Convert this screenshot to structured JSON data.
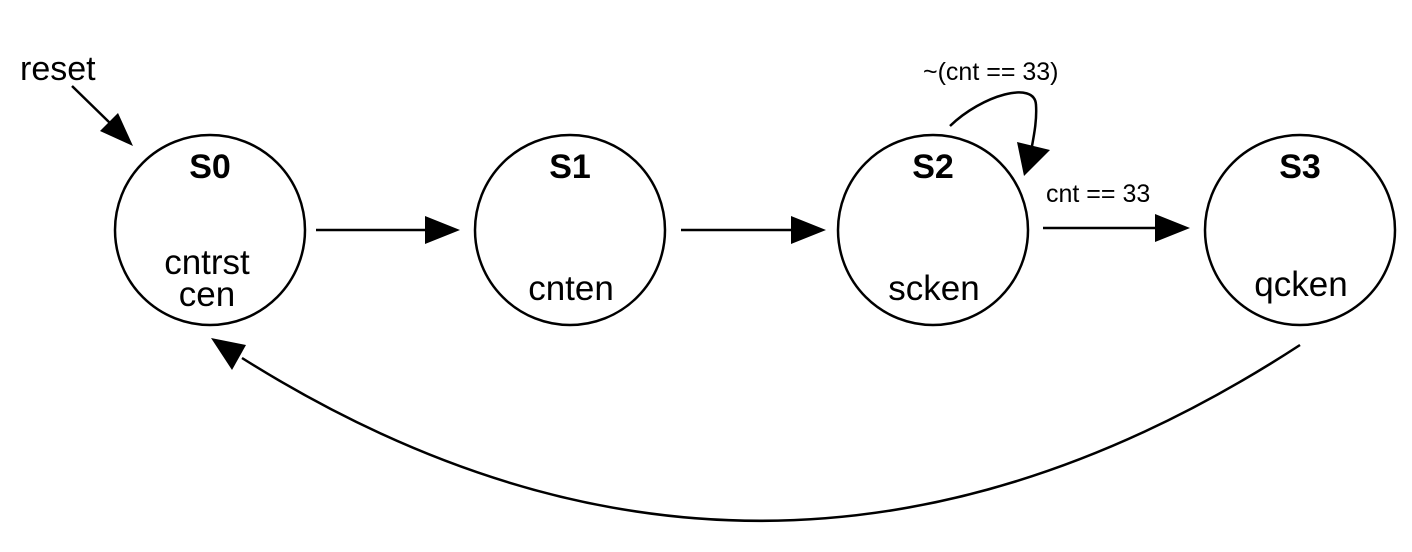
{
  "diagram": {
    "reset_label": "reset",
    "states": [
      {
        "id": "S0",
        "name": "S0",
        "outputs": [
          "cntrst",
          "cen"
        ]
      },
      {
        "id": "S1",
        "name": "S1",
        "outputs": [
          "cnten"
        ]
      },
      {
        "id": "S2",
        "name": "S2",
        "outputs": [
          "scken"
        ]
      },
      {
        "id": "S3",
        "name": "S3",
        "outputs": [
          "qcken"
        ]
      }
    ],
    "transitions": [
      {
        "from": "S0",
        "to": "S1",
        "label": ""
      },
      {
        "from": "S1",
        "to": "S2",
        "label": ""
      },
      {
        "from": "S2",
        "to": "S2",
        "label": "~(cnt == 33)"
      },
      {
        "from": "S2",
        "to": "S3",
        "label": "cnt == 33"
      },
      {
        "from": "S3",
        "to": "S0",
        "label": ""
      }
    ]
  }
}
